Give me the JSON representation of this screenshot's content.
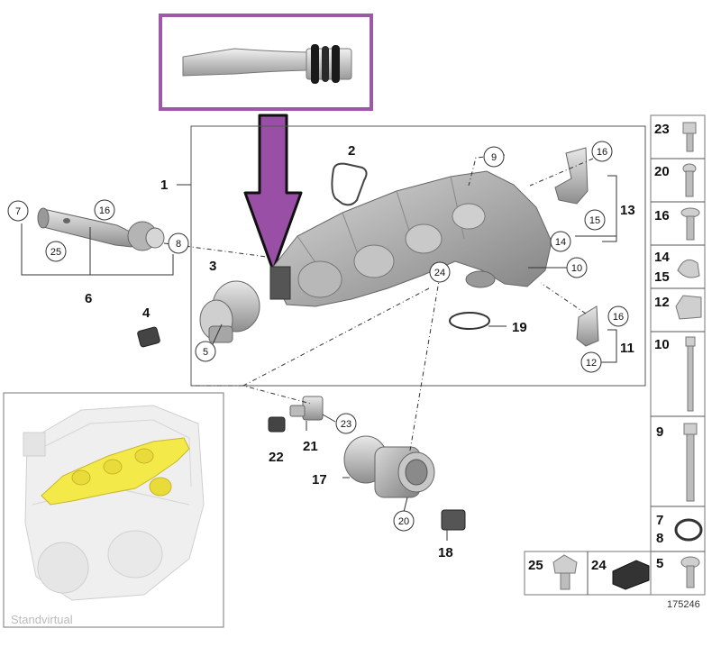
{
  "callouts": {
    "c1": "1",
    "c2": "2",
    "c3": "3",
    "c4": "4",
    "c5": "5",
    "c6": "6",
    "c7": "7",
    "c8": "8",
    "c9": "9",
    "c10": "10",
    "c11": "11",
    "c12": "12",
    "c13": "13",
    "c14": "14",
    "c15": "15",
    "c16a": "16",
    "c16b": "16",
    "c16c": "16",
    "c17": "17",
    "c18": "18",
    "c19": "19",
    "c20": "20",
    "c21": "21",
    "c22": "22",
    "c23": "23",
    "c24": "24",
    "c25": "25"
  },
  "side_panel": {
    "items": [
      "23",
      "20",
      "16",
      "14",
      "15",
      "12",
      "10",
      "9",
      "7",
      "8",
      "5"
    ]
  },
  "bottom_panel": {
    "items": [
      "25",
      "24"
    ]
  },
  "diagram_ref": "175246",
  "watermark": "Standvirtual",
  "colors": {
    "highlight_frame": "#9b59a6",
    "arrow": "#9a4fa6",
    "engine_highlight": "#f3ea4a"
  }
}
